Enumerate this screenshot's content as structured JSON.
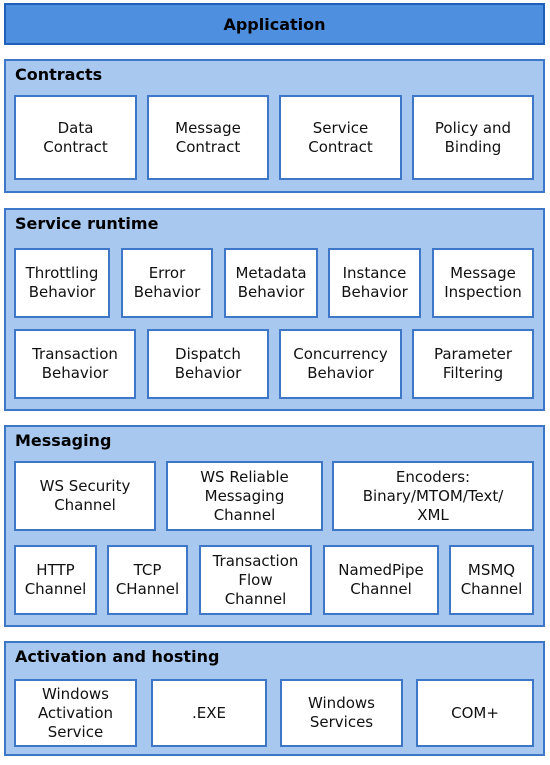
{
  "application": "Application",
  "layers": {
    "contracts": {
      "title": "Contracts",
      "items": [
        "Data\nContract",
        "Message\nContract",
        "Service\nContract",
        "Policy and\nBinding"
      ]
    },
    "service_runtime": {
      "title": "Service runtime",
      "items": [
        "Throttling\nBehavior",
        "Error\nBehavior",
        "Metadata\nBehavior",
        "Instance\nBehavior",
        "Message\nInspection",
        "Transaction\nBehavior",
        "Dispatch\nBehavior",
        "Concurrency\nBehavior",
        "Parameter\nFiltering"
      ]
    },
    "messaging": {
      "title": "Messaging",
      "items": [
        "WS Security\nChannel",
        "WS Reliable\nMessaging\nChannel",
        "Encoders:\nBinary/MTOM/Text/\nXML",
        "HTTP\nChannel",
        "TCP\nCHannel",
        "Transaction\nFlow\nChannel",
        "NamedPipe\nChannel",
        "MSMQ\nChannel"
      ]
    },
    "activation_hosting": {
      "title": "Activation and hosting",
      "items": [
        "Windows\nActivation\nService",
        ".EXE",
        "Windows\nServices",
        "COM+"
      ]
    }
  }
}
